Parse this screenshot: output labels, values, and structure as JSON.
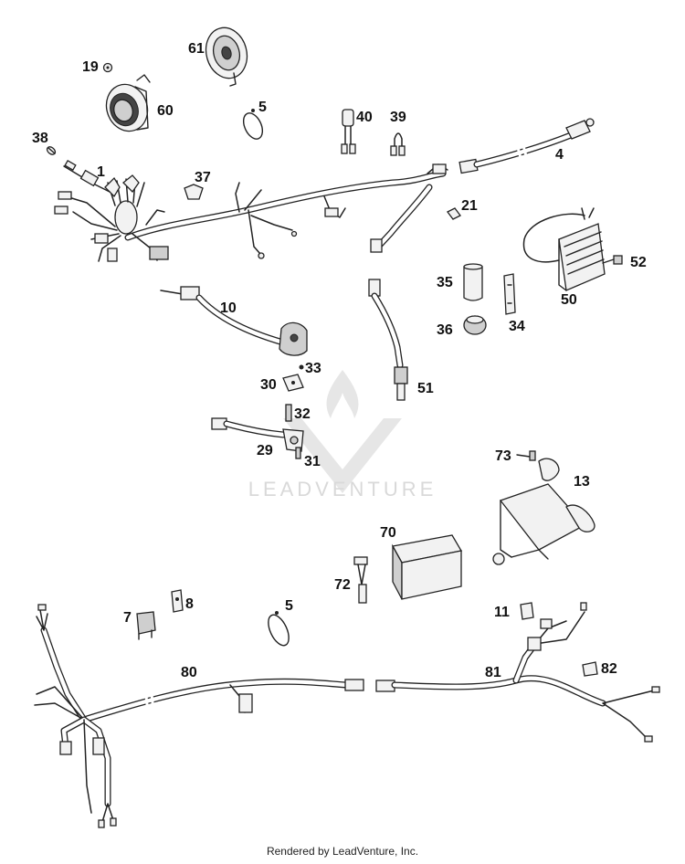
{
  "callouts": {
    "c61": "61",
    "c19": "19",
    "c60": "60",
    "c5a": "5",
    "c40": "40",
    "c39": "39",
    "c38": "38",
    "c1": "1",
    "c37": "37",
    "c4": "4",
    "c21": "21",
    "c52": "52",
    "c35": "35",
    "c34": "34",
    "c36": "36",
    "c50": "50",
    "c10": "10",
    "c33": "33",
    "c30": "30",
    "c51": "51",
    "c32": "32",
    "c29": "29",
    "c31": "31",
    "c73": "73",
    "c13": "13",
    "c70": "70",
    "c72": "72",
    "c8": "8",
    "c7": "7",
    "c5b": "5",
    "c11": "11",
    "c80": "80",
    "c81": "81",
    "c82": "82"
  },
  "watermark": {
    "text": "LEADVENTURE"
  },
  "footer": {
    "text": "Rendered by LeadVenture, Inc."
  }
}
